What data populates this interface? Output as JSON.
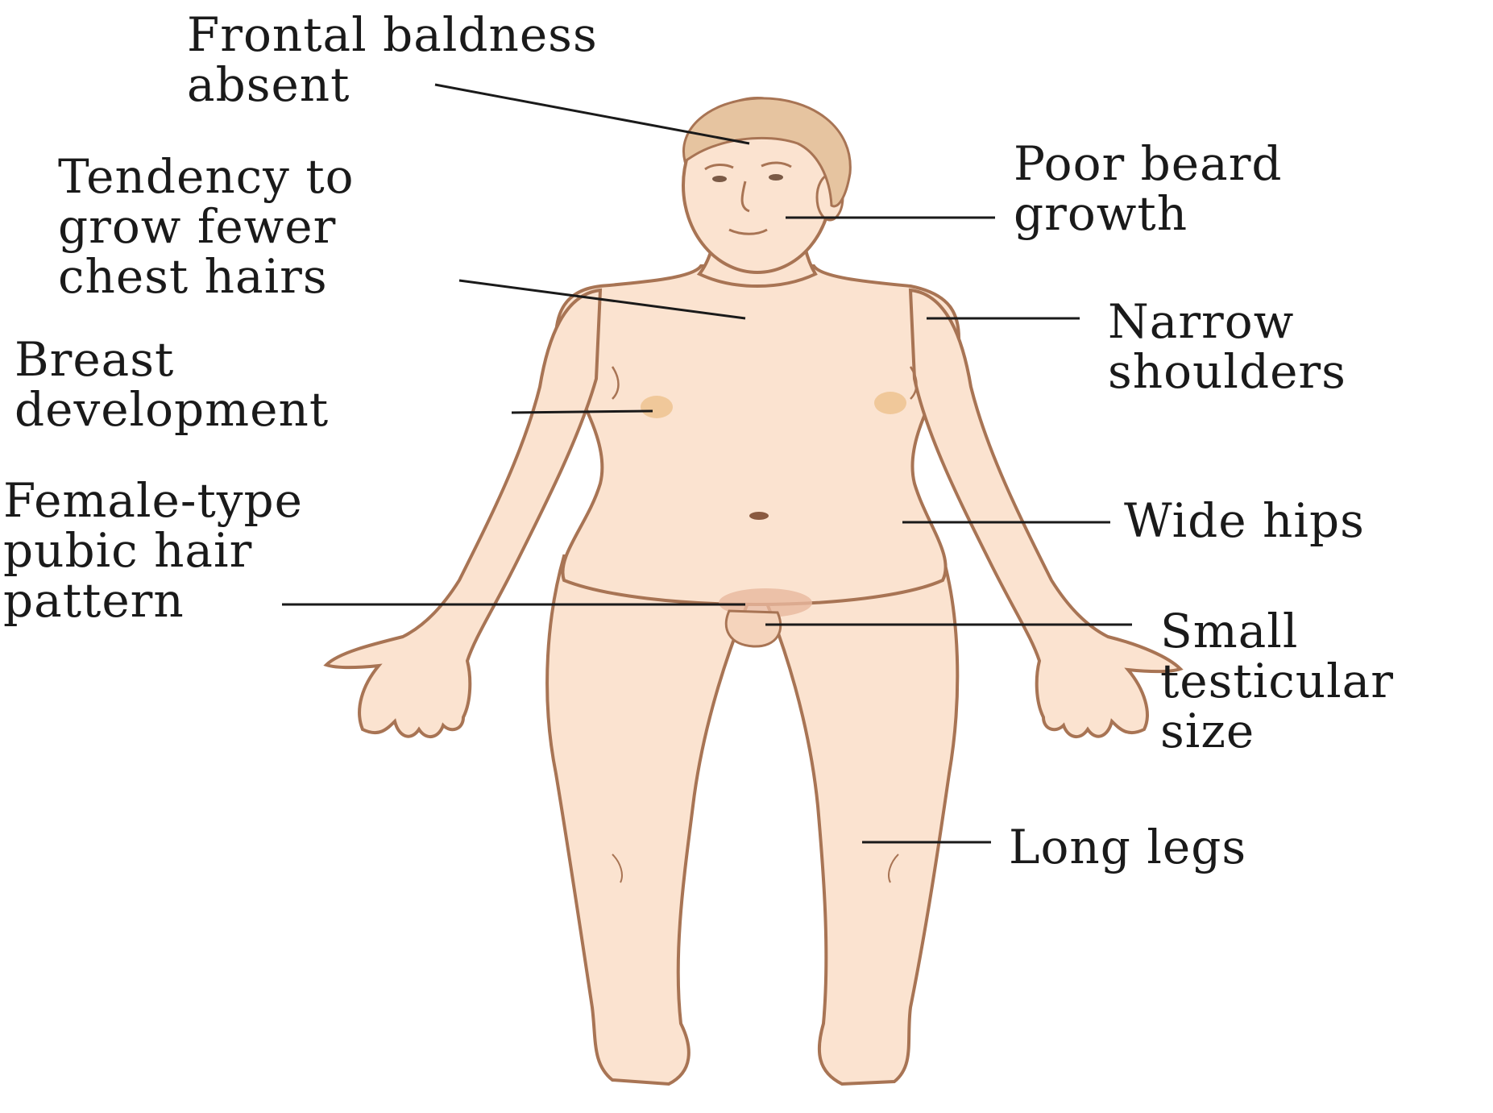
{
  "colors": {
    "skin": "#fbe3d0",
    "outline": "#a87454",
    "hair": "#e6c4a0",
    "nipple": "#f0c89a",
    "leader_line": "#1a1a1a",
    "text": "#1a1a1a"
  },
  "labels": {
    "frontal_baldness": [
      "Frontal baldness",
      "absent"
    ],
    "chest_hairs": [
      "Tendency to",
      "grow fewer",
      "chest hairs"
    ],
    "breast": [
      "Breast",
      "development"
    ],
    "pubic_hair": [
      "Female-type",
      "pubic hair",
      "pattern"
    ],
    "beard": [
      "Poor beard",
      "growth"
    ],
    "shoulders": [
      "Narrow",
      "shoulders"
    ],
    "hips": [
      "Wide hips"
    ],
    "testicular": [
      "Small",
      "testicular",
      "size"
    ],
    "legs": [
      "Long legs"
    ]
  }
}
